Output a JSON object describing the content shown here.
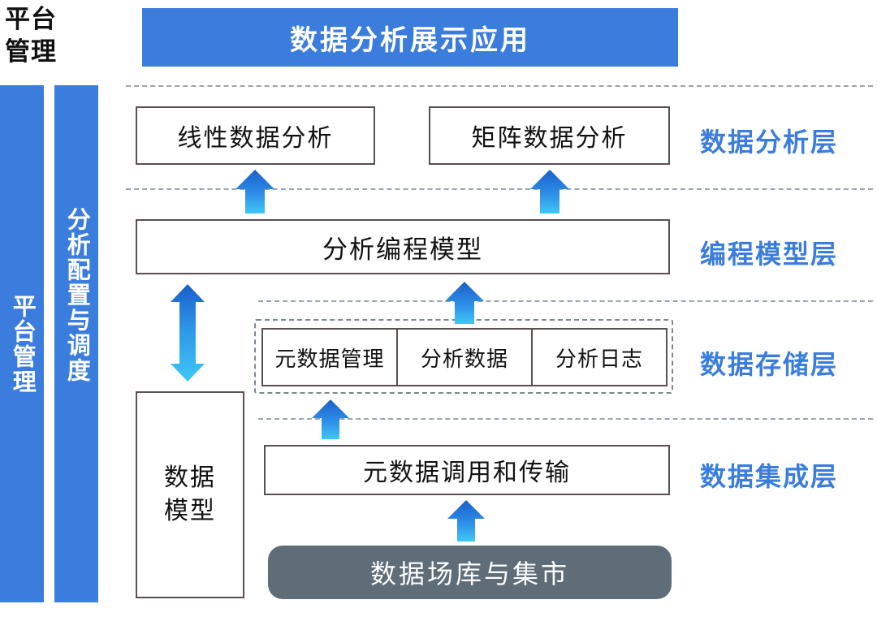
{
  "corner": {
    "title": "平台\n管理"
  },
  "sidebars": [
    {
      "name": "platform-management",
      "text": "平台管理"
    },
    {
      "name": "analysis-config-scheduling",
      "text": "分析配置与调度"
    }
  ],
  "banner": {
    "title": "数据分析展示应用"
  },
  "layers": [
    {
      "key": "analysis",
      "label": "数据分析层"
    },
    {
      "key": "programming",
      "label": "编程模型层"
    },
    {
      "key": "storage",
      "label": "数据存储层"
    },
    {
      "key": "integration",
      "label": "数据集成层"
    }
  ],
  "boxes": {
    "linear_analysis": "线性数据分析",
    "matrix_analysis": "矩阵数据分析",
    "programming_model": "分析编程模型",
    "data_model": "数据\n模型",
    "metadata_transfer": "元数据调用和传输",
    "data_warehouse_market": "数据场库与集市"
  },
  "storage_cells": [
    {
      "label": "元数据管理"
    },
    {
      "label": "分析数据"
    },
    {
      "label": "分析日志"
    }
  ],
  "arrows": [
    {
      "name": "arrow-up-linear",
      "direction": "up"
    },
    {
      "name": "arrow-up-matrix",
      "direction": "up"
    },
    {
      "name": "arrow-up-storage-to-model",
      "direction": "up"
    },
    {
      "name": "arrow-up-integration-to-storage",
      "direction": "up"
    },
    {
      "name": "arrow-up-warehouse-to-transfer",
      "direction": "up"
    },
    {
      "name": "arrow-bidirectional-data-model",
      "direction": "both"
    }
  ],
  "colors": {
    "brand_blue": "#3b7ddd",
    "label_blue": "#3b7ddd",
    "arrow_top": "#1a5fc8",
    "arrow_bottom": "#3ec8f5",
    "grey_box": "#5f6d78",
    "box_border": "#5a5050",
    "dash_line": "#9aa4b0",
    "text_dark": "#111111",
    "white": "#ffffff"
  }
}
